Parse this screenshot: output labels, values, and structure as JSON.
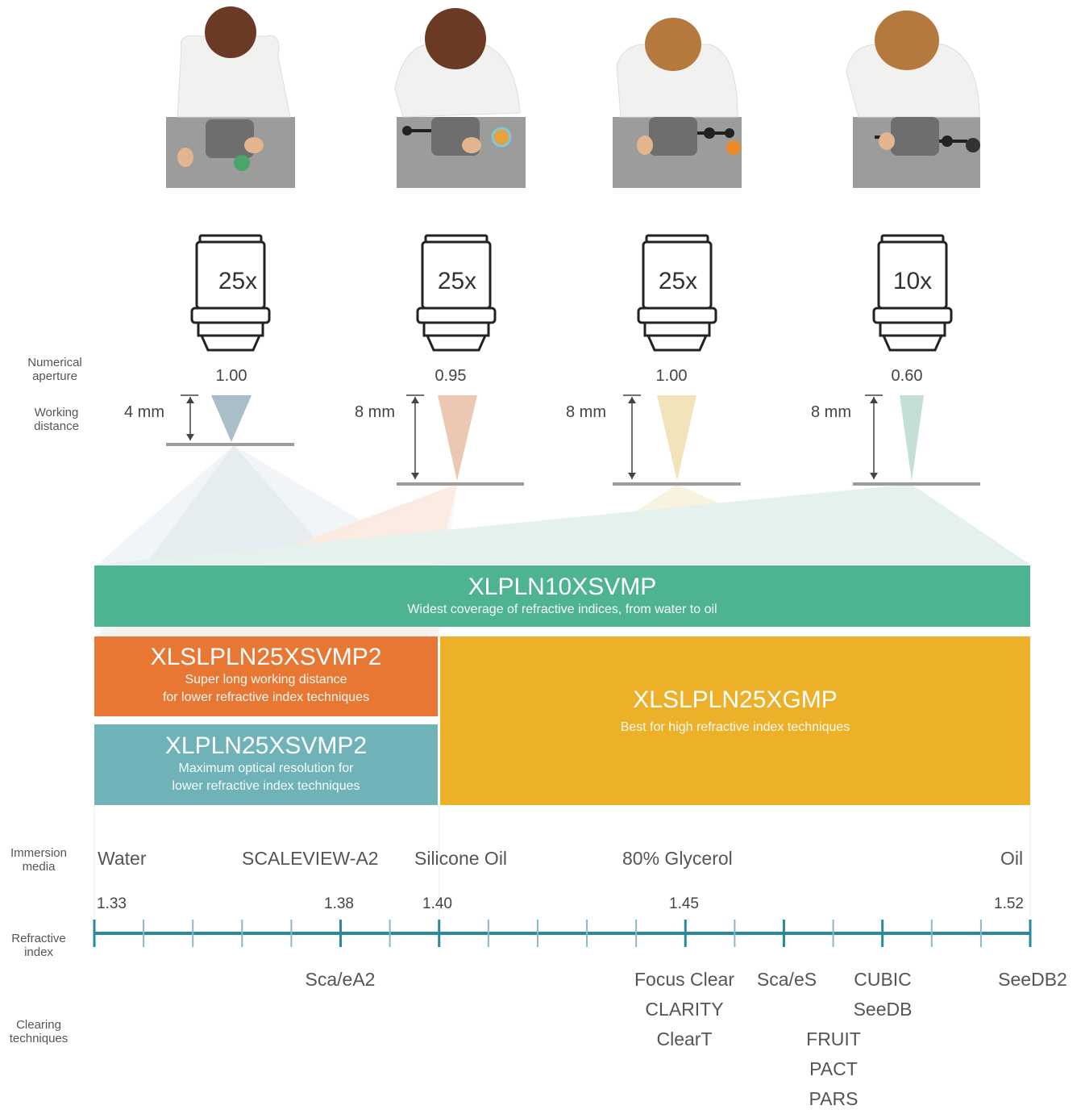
{
  "row_labels": {
    "numerical_aperture": [
      "Numerical",
      "aperture"
    ],
    "working_distance": [
      "Working",
      "distance"
    ],
    "immersion_media": [
      "Immersion",
      "media"
    ],
    "refractive_index": [
      "Refractive",
      "index"
    ],
    "clearing_techniques": [
      "Clearing",
      "techniques"
    ]
  },
  "objectives": [
    {
      "magnification": "25x",
      "na": "1.00",
      "working_distance": "4 mm",
      "cone_color": "#a9bec8"
    },
    {
      "magnification": "25x",
      "na": "0.95",
      "working_distance": "8 mm",
      "cone_color": "#ecc8b3"
    },
    {
      "magnification": "25x",
      "na": "1.00",
      "working_distance": "8 mm",
      "cone_color": "#f2e3bb"
    },
    {
      "magnification": "10x",
      "na": "0.60",
      "working_distance": "8 mm",
      "cone_color": "#c4e0d6"
    }
  ],
  "products": {
    "xlpln10": {
      "name": "XLPLN10XSVMP",
      "desc": [
        "Widest coverage of refractive indices, from water to oil"
      ],
      "color": "#4eb393"
    },
    "xlslpln25_2": {
      "name": "XLSLPLN25XSVMP2",
      "desc": [
        "Super long working distance",
        "for lower refractive index techniques"
      ],
      "color": "#e87733"
    },
    "xlpln25_2": {
      "name": "XLPLN25XSVMP2",
      "desc": [
        "Maximum optical resolution for",
        "lower refractive index techniques"
      ],
      "color": "#6fb3b8"
    },
    "xlslpln25g": {
      "name": "XLSLPLN25XGMP",
      "desc": [
        "Best for high refractive index techniques"
      ],
      "color": "#ecb128"
    }
  },
  "immersion_media": [
    "Water",
    "SCALEVIEW-A2",
    "Silicone Oil",
    "80% Glycerol",
    "Oil"
  ],
  "refractive_index_labels": [
    "1.33",
    "1.38",
    "1.40",
    "1.45",
    "1.52"
  ],
  "clearing_techniques": {
    "col1": [
      "Sca/eA2"
    ],
    "col2": [
      "Focus Clear",
      "CLARITY",
      "ClearT"
    ],
    "col3": [
      "Sca/eS"
    ],
    "col4": [
      "FRUIT",
      "PACT",
      "PARS"
    ],
    "col5": [
      "CUBIC",
      "SeeDB"
    ],
    "col6": [
      "SeeDB2"
    ]
  },
  "colors": {
    "axis": "#2b8a98",
    "axis_minor": "#8ab8c4",
    "stage": "#9c9c9a"
  }
}
